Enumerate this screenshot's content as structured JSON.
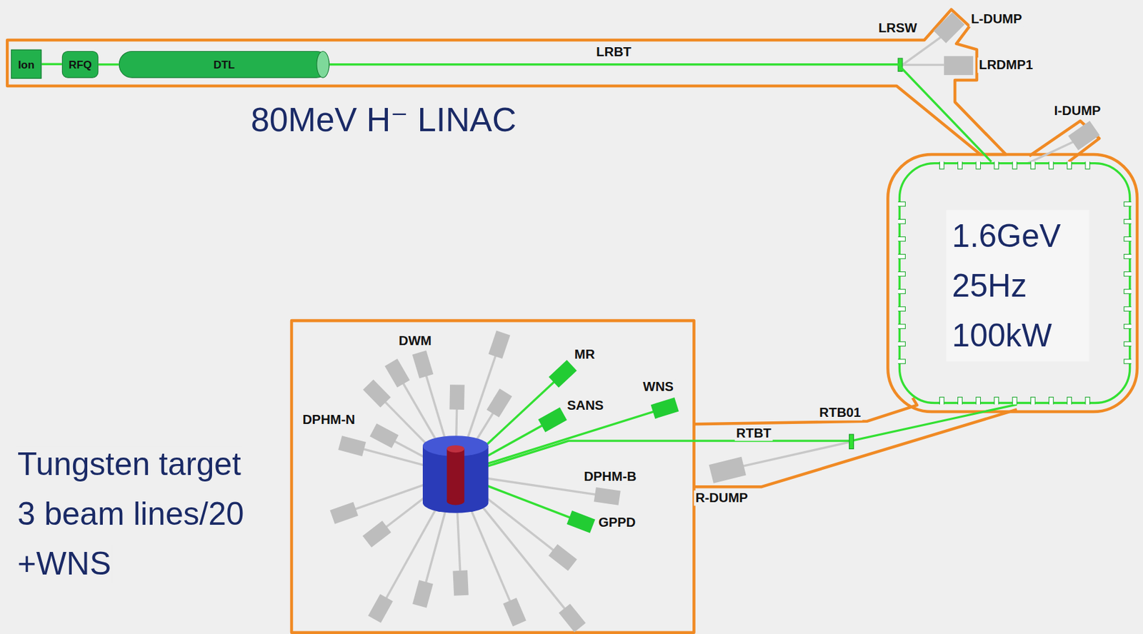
{
  "diagram": {
    "nodes": [
      {
        "text": [
          "Ion"
        ]
      },
      {
        "text": [
          "RFQ"
        ]
      },
      {
        "text": [
          "DTL"
        ]
      },
      {
        "text": [
          "1.6GeV",
          "25Hz",
          "100kW"
        ]
      }
    ],
    "edges": [
      {
        "from": 0,
        "to": 1,
        "arrow": "none"
      },
      {
        "from": 1,
        "to": 2,
        "arrow": "none"
      },
      {
        "from": 2,
        "to": 3,
        "label": "LRBT",
        "arrow": "none"
      }
    ],
    "labels": [
      "LRSW",
      "L-DUMP",
      "LRDMP1",
      "I-DUMP",
      "80MeV H⁻ LINAC",
      "DWM",
      "MR",
      "WNS",
      "SANS",
      "DPHM-N",
      "RTB01",
      "RTBT",
      "DPHM-B",
      "R-DUMP",
      "GPPD",
      "Tungsten target",
      "3 beam lines/20",
      "+WNS"
    ]
  }
}
